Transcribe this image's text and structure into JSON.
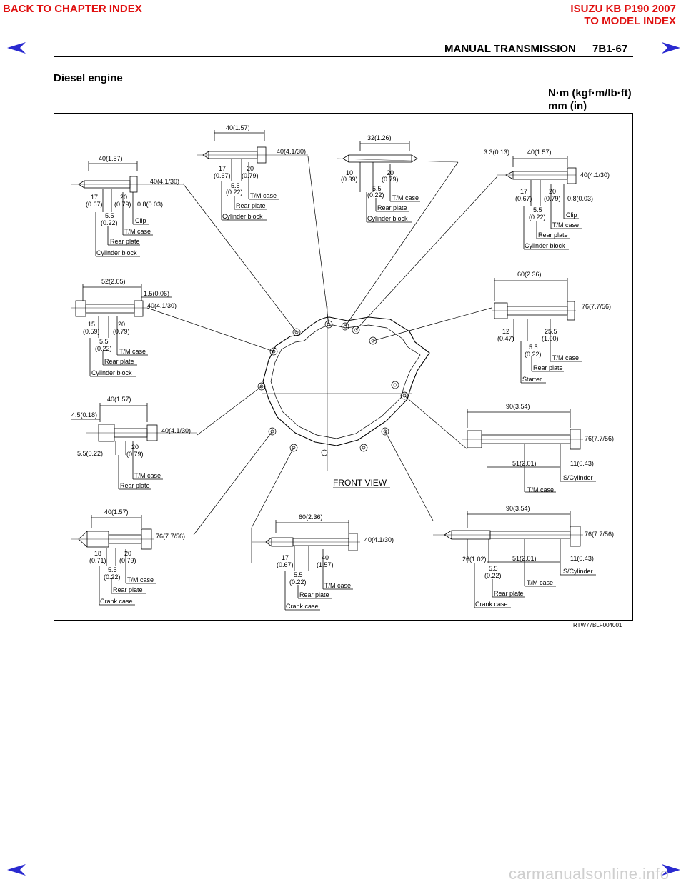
{
  "header": {
    "back_link": "BACK TO CHAPTER INDEX",
    "model_title": "ISUZU KB P190 2007",
    "model_link": "TO MODEL INDEX",
    "section_title": "MANUAL TRANSMISSION",
    "page_number": "7B1-67"
  },
  "content": {
    "title": "Diesel engine",
    "units_line1": "N·m (kgf·m/lb·ft)",
    "units_line2": "mm (in)"
  },
  "diagram": {
    "front_view_label": "FRONT VIEW",
    "figure_code": "RTW77BLF004001",
    "bolts": [
      {
        "id": "b1",
        "length": "40(1.57)",
        "torque": "40(4.1/30)",
        "d1": "17",
        "d1b": "(0.67)",
        "d2": "20",
        "d2b": "(0.79)",
        "d3": "5.5",
        "d3b": "(0.22)",
        "extra": "0.8(0.03)",
        "stack": [
          "Clip",
          "T/M case",
          "Rear plate",
          "Cylinder block"
        ]
      },
      {
        "id": "b2",
        "length": "40(1.57)",
        "torque": "40(4.1/30)",
        "d1": "17",
        "d1b": "(0.67)",
        "d2": "20",
        "d2b": "(0.79)",
        "d3": "5.5",
        "d3b": "(0.22)",
        "stack": [
          "T/M case",
          "Rear plate",
          "Cylinder block"
        ]
      },
      {
        "id": "b3",
        "length": "32(1.26)",
        "d1": "10",
        "d1b": "(0.39)",
        "d2": "20",
        "d2b": "(0.79)",
        "d3": "5.5",
        "d3b": "(0.22)",
        "stack": [
          "T/M case",
          "Rear plate",
          "Cylinder block"
        ]
      },
      {
        "id": "b4",
        "length": "40(1.57)",
        "offset": "3.3(0.13)",
        "torque": "40(4.1/30)",
        "d1": "17",
        "d1b": "(0.67)",
        "d2": "20",
        "d2b": "(0.79)",
        "d3": "5.5",
        "d3b": "(0.22)",
        "extra": "0.8(0.03)",
        "stack": [
          "Clip",
          "T/M case",
          "Rear plate",
          "Cylinder block"
        ]
      },
      {
        "id": "b5",
        "length": "52(2.05)",
        "offset": "1.5(0.06)",
        "torque": "40(4.1/30)",
        "d1": "15",
        "d1b": "(0.59)",
        "d2": "20",
        "d2b": "(0.79)",
        "d3": "5.5",
        "d3b": "(0.22)",
        "stack": [
          "T/M case",
          "Rear plate",
          "Cylinder block"
        ]
      },
      {
        "id": "b6",
        "length": "60(2.36)",
        "torque": "76(7.7/56)",
        "d1": "12",
        "d1b": "(0.47)",
        "d2": "25.5",
        "d2b": "(1.00)",
        "d3": "5.5",
        "d3b": "(0.22)",
        "stack": [
          "T/M case",
          "Rear plate",
          "Starter"
        ]
      },
      {
        "id": "b7",
        "length": "40(1.57)",
        "offset": "4.5(0.18)",
        "torque": "40(4.1/30)",
        "d1": "5.5(0.22)",
        "d2": "20",
        "d2b": "(0.79)",
        "stack": [
          "T/M case",
          "Rear plate"
        ]
      },
      {
        "id": "b8",
        "length": "90(3.54)",
        "torque": "76(7.7/56)",
        "d1": "51(2.01)",
        "d2": "11(0.43)",
        "stack": [
          "S/Cylinder",
          "T/M case"
        ]
      },
      {
        "id": "b9",
        "length": "40(1.57)",
        "torque": "76(7.7/56)",
        "d1": "18",
        "d1b": "(0.71)",
        "d2": "20",
        "d2b": "(0.79)",
        "d3": "5.5",
        "d3b": "(0.22)",
        "stack": [
          "T/M case",
          "Rear plate",
          "Crank case"
        ]
      },
      {
        "id": "b10",
        "length": "60(2.36)",
        "torque": "40(4.1/30)",
        "d1": "17",
        "d1b": "(0.67)",
        "d2": "40",
        "d2b": "(1.57)",
        "d3": "5.5",
        "d3b": "(0.22)",
        "stack": [
          "T/M case",
          "Rear plate",
          "Crank case"
        ]
      },
      {
        "id": "b11",
        "length": "90(3.54)",
        "torque": "76(7.7/56)",
        "d1": "26(1.02)",
        "d2": "51(2.01)",
        "d3": "11(0.43)",
        "d4": "5.5",
        "d4b": "(0.22)",
        "stack": [
          "S/Cylinder",
          "T/M case",
          "Rear plate",
          "Crank case"
        ]
      }
    ]
  },
  "footer": {
    "site": "carmanualsonline.info"
  },
  "colors": {
    "link": "#e01010",
    "arrow": "#2a2ad0",
    "line": "#000000"
  }
}
